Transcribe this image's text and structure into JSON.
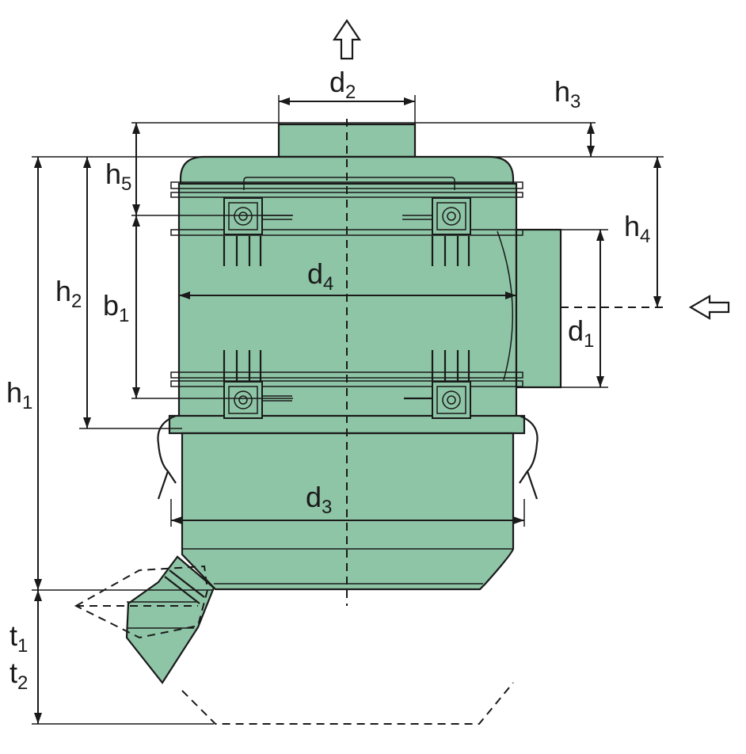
{
  "labels": {
    "d2": {
      "main": "d",
      "sub": "2"
    },
    "h3": {
      "main": "h",
      "sub": "3"
    },
    "h5": {
      "main": "h",
      "sub": "5"
    },
    "h4": {
      "main": "h",
      "sub": "4"
    },
    "h2": {
      "main": "h",
      "sub": "2"
    },
    "b1": {
      "main": "b",
      "sub": "1"
    },
    "d4": {
      "main": "d",
      "sub": "4"
    },
    "d1": {
      "main": "d",
      "sub": "1"
    },
    "h1": {
      "main": "h",
      "sub": "1"
    },
    "d3": {
      "main": "d",
      "sub": "3"
    },
    "t1": {
      "main": "t",
      "sub": "1"
    },
    "t2": {
      "main": "t",
      "sub": "2"
    }
  },
  "colors": {
    "body_fill": "#8ec5a6",
    "line": "#1a1a1a",
    "background": "#ffffff"
  },
  "icons": {
    "outlet_arrow": "arrow-up-icon",
    "inlet_arrow": "arrow-left-icon"
  }
}
